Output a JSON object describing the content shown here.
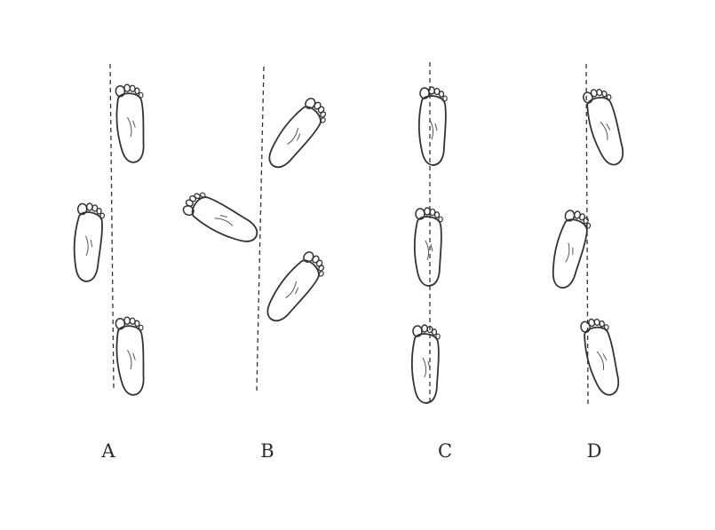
{
  "figure": {
    "panels": [
      {
        "id": "A",
        "label": "A"
      },
      {
        "id": "B",
        "label": "B"
      },
      {
        "id": "C",
        "label": "C"
      },
      {
        "id": "D",
        "label": "D"
      }
    ],
    "colors": {
      "ink": "#333333",
      "paper": "#ffffff",
      "grain": "#f2f2f2"
    }
  }
}
